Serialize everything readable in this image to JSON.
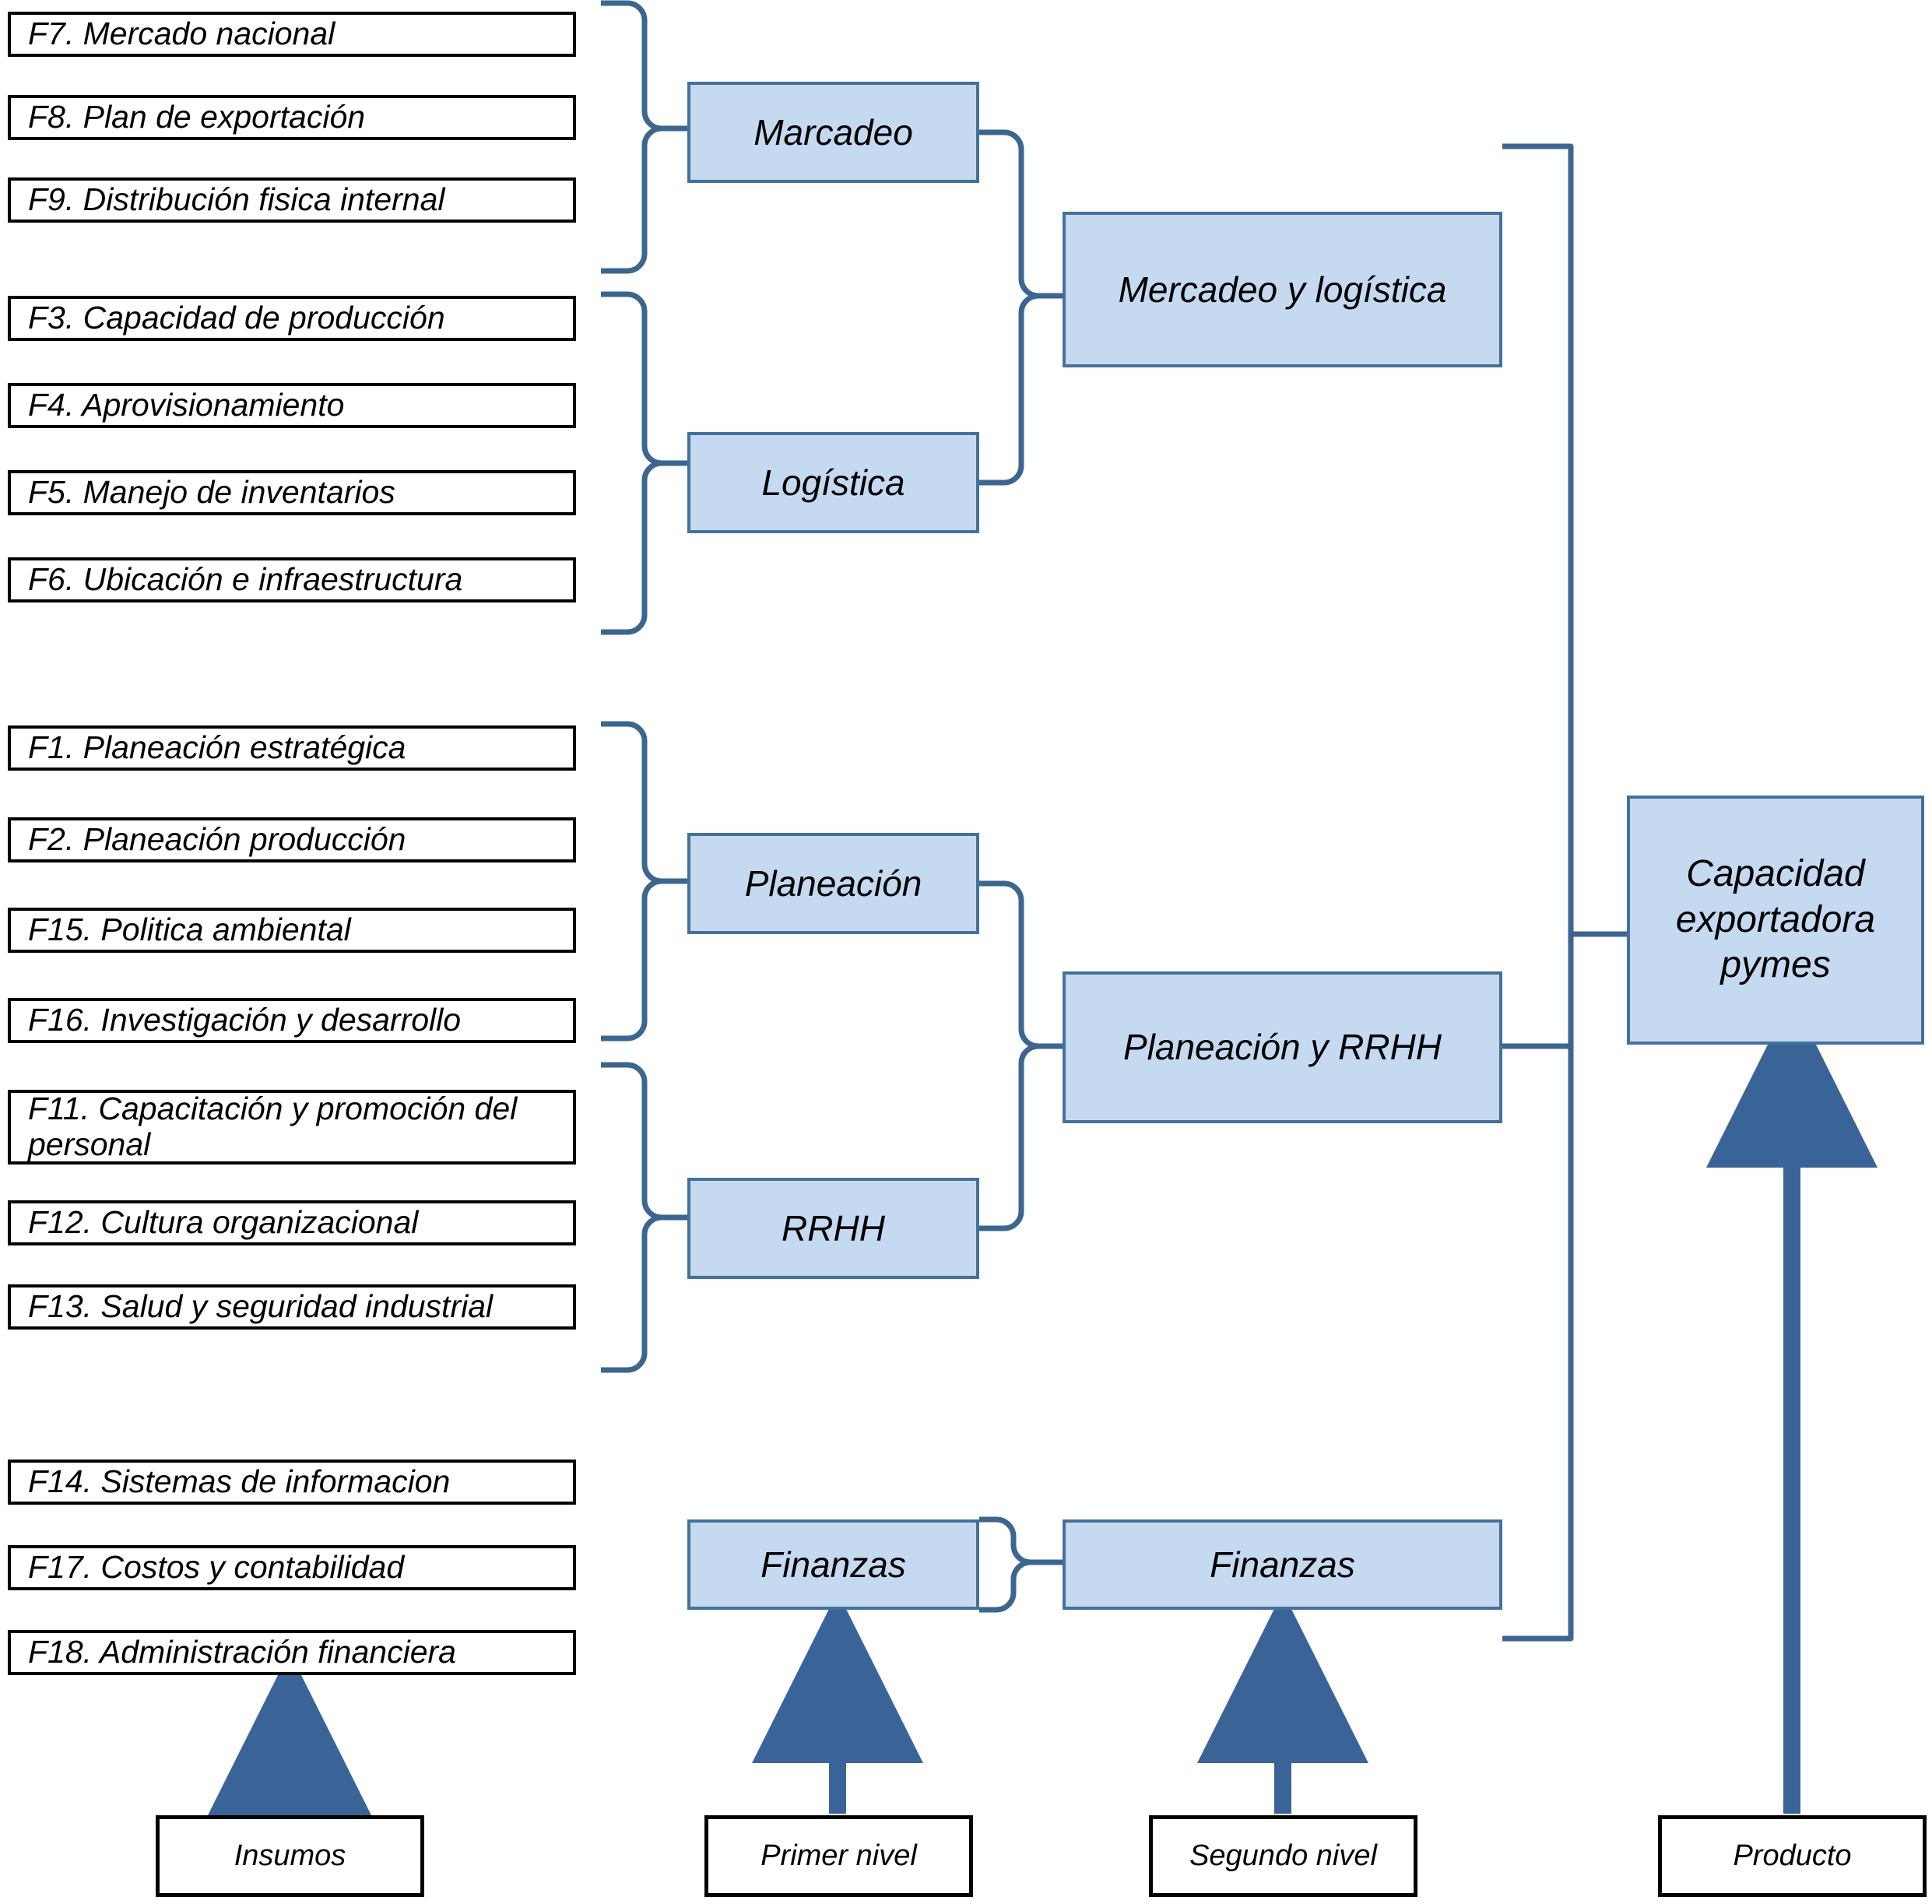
{
  "diagram": {
    "title": "Capacidad exportadora pymes",
    "colors": {
      "blue_fill": "#c5d9f1",
      "blue_border": "#44719b",
      "connector": "#3c6690",
      "arrow": "#3a6497",
      "input_border": "#000000",
      "input_fill": "#ffffff"
    }
  },
  "inputs": {
    "group_marcadeo": [
      {
        "id": "F7",
        "label": "F7. Mercado nacional"
      },
      {
        "id": "F8",
        "label": "F8. Plan de exportación"
      },
      {
        "id": "F9",
        "label": "F9. Distribución fisica internal"
      }
    ],
    "group_logistica": [
      {
        "id": "F3",
        "label": "F3. Capacidad de producción"
      },
      {
        "id": "F4",
        "label": "F4. Aprovisionamiento"
      },
      {
        "id": "F5",
        "label": "F5. Manejo de inventarios"
      },
      {
        "id": "F6",
        "label": "F6. Ubicación e infraestructura"
      }
    ],
    "group_planeacion": [
      {
        "id": "F1",
        "label": "F1. Planeación estratégica"
      },
      {
        "id": "F2",
        "label": "F2. Planeación producción"
      },
      {
        "id": "F15",
        "label": "F15. Politica ambiental"
      },
      {
        "id": "F16",
        "label": "F16. Investigación y desarrollo"
      }
    ],
    "group_rrhh": [
      {
        "id": "F11",
        "label": "F11. Capacitación y promoción del personal"
      },
      {
        "id": "F12",
        "label": "F12. Cultura organizacional"
      },
      {
        "id": "F13",
        "label": "F13. Salud y seguridad industrial"
      }
    ],
    "group_finanzas": [
      {
        "id": "F14",
        "label": "F14. Sistemas de informacion"
      },
      {
        "id": "F17",
        "label": "F17. Costos y contabilidad"
      },
      {
        "id": "F18",
        "label": "F18. Administración financiera"
      }
    ]
  },
  "first_level": [
    {
      "key": "marcadeo",
      "label": "Marcadeo"
    },
    {
      "key": "logistica",
      "label": "Logística"
    },
    {
      "key": "planeacion",
      "label": "Planeación"
    },
    {
      "key": "rrhh",
      "label": "RRHH"
    },
    {
      "key": "finanzas",
      "label": "Finanzas"
    }
  ],
  "second_level": [
    {
      "key": "mercadeo_logistica",
      "label": "Mercadeo y logística"
    },
    {
      "key": "planeacion_rrhh",
      "label": "Planeación y RRHH"
    },
    {
      "key": "finanzas2",
      "label": "Finanzas"
    }
  ],
  "product": {
    "label": "Capacidad exportadora pymes"
  },
  "legend": [
    {
      "key": "insumos",
      "label": "Insumos"
    },
    {
      "key": "primer_nivel",
      "label": "Primer nivel"
    },
    {
      "key": "segundo_nivel",
      "label": "Segundo nivel"
    },
    {
      "key": "producto",
      "label": "Producto"
    }
  ]
}
